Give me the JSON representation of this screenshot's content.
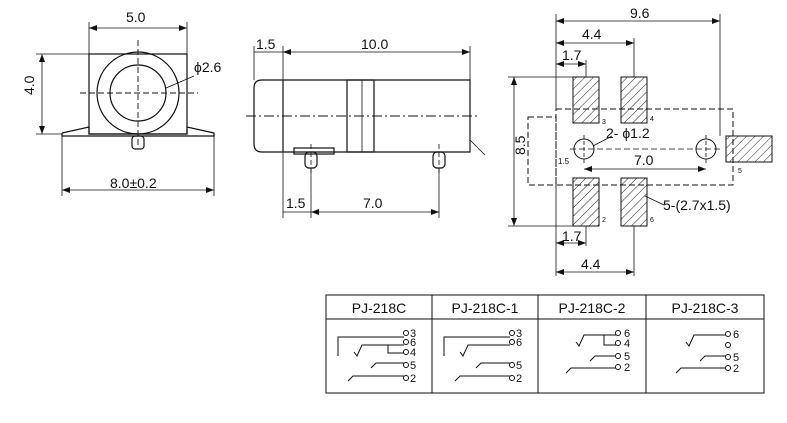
{
  "front_view": {
    "width_label": "5.0",
    "height_label": "4.0",
    "hole_label": "ϕ2.6",
    "base_label": "8.0±0.2"
  },
  "side_view": {
    "left_label": "1.5",
    "length_label": "10.0",
    "bottom_left_label": "1.5",
    "pin_pitch_label": "7.0"
  },
  "footprint": {
    "total_width_label": "9.6",
    "top_span_label": "4.4",
    "top_pad_label": "1.7",
    "height_label": "8.5",
    "holes_label": "2- ϕ1.2",
    "hole_pitch_label": "7.0",
    "small_label": "1.5",
    "pads_label": "5-(2.7x1.5)",
    "bottom_pad_label": "1.7",
    "bottom_span_label": "4.4",
    "pad_numbers": [
      "3",
      "4",
      "5",
      "2",
      "6"
    ]
  },
  "schematic_table": {
    "headers": [
      "PJ-218C",
      "PJ-218C-1",
      "PJ-218C-2",
      "PJ-218C-3"
    ],
    "pins": [
      [
        "3",
        "6",
        "4",
        "5",
        "2"
      ],
      [
        "3",
        "6",
        "5",
        "2"
      ],
      [
        "6",
        "4",
        "5",
        "2"
      ],
      [
        "6",
        "5",
        "2"
      ]
    ]
  }
}
